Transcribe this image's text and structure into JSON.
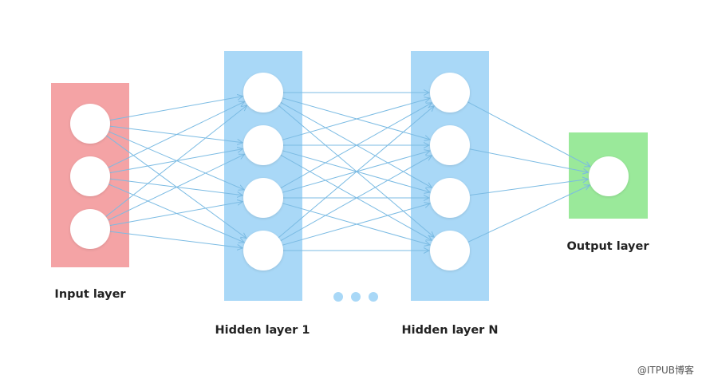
{
  "layers": [
    {
      "key": "input",
      "label": "Input layer",
      "neurons": 3,
      "color": "#f4a3a5"
    },
    {
      "key": "hidden1",
      "label": "Hidden layer 1",
      "neurons": 4,
      "color": "#a9d8f7"
    },
    {
      "key": "hiddenN",
      "label": "Hidden layer N",
      "neurons": 4,
      "color": "#a9d8f7"
    },
    {
      "key": "output",
      "label": "Output layer",
      "neurons": 1,
      "color": "#9ae99a"
    }
  ],
  "colors": {
    "connection": "#7bbbe3",
    "neuron": "#ffffff",
    "ellipsis_dot": "#a9d8f7"
  },
  "watermark": "@ITPUB博客"
}
